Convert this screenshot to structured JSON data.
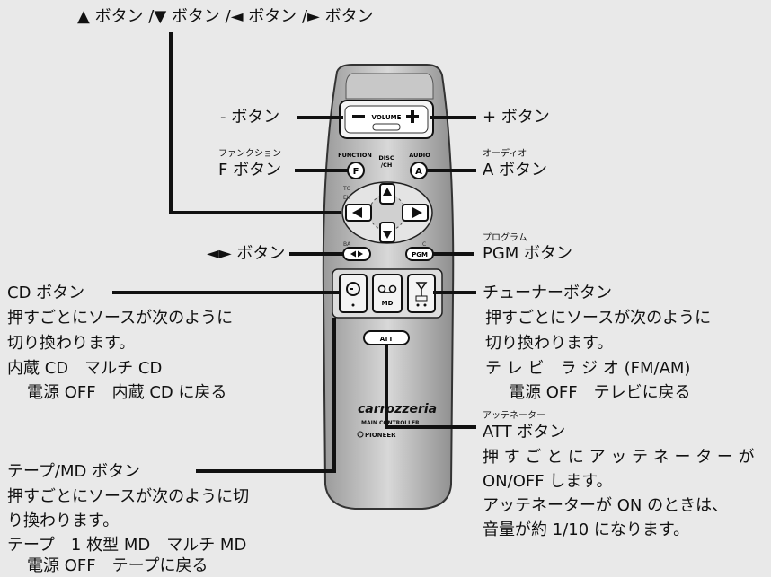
{
  "top_caption": "▲ ボタン /▼ ボタン /◄ ボタン /► ボタン",
  "remote": {
    "volume_label": "VOLUME",
    "function_label": "FUNCTION",
    "disc_label": "DISC",
    "ch_label": "/CH",
    "audio_label": "AUDIO",
    "f_key": "F",
    "a_key": "A",
    "pgm_key": "PGM",
    "att_key": "ATT",
    "md_key": "MD",
    "brand": "carrozzeria",
    "model": "MAIN CONTROLLER",
    "maker": "PIONEER"
  },
  "labels": {
    "minus": "- ボタン",
    "plus": "+ ボタン",
    "f_ruby": "ファンクション",
    "f_button": "F ボタン",
    "a_ruby": "オーディオ",
    "a_button": "A ボタン",
    "lr_button": "◄► ボタン",
    "pgm_ruby": "プログラム",
    "pgm_button": "PGM ボタン",
    "cd": {
      "title": "CD ボタン",
      "line1": "押すごとにソースが次のように",
      "line2": "切り換わります。",
      "line3": "内蔵 CD　マルチ CD",
      "line4": "電源 OFF　内蔵 CD に戻る"
    },
    "tuner": {
      "title": "チューナーボタン",
      "line1": "押すごとにソースが次のように",
      "line2": "切り換わります。",
      "line3": "テ レ ビ　ラ ジ オ (FM/AM)",
      "line4": "電源 OFF　テレビに戻る"
    },
    "att": {
      "ruby": "アッテネーター",
      "title": "ATT ボタン",
      "line1": "押 す ご と に ア ッ テ ネ ー タ ー が",
      "line2": "ON/OFF します。",
      "line3": "アッテネーターが ON のときは、",
      "line4": "音量が約 1/10 になります。"
    },
    "tape": {
      "title": "テープ/MD ボタン",
      "line1": "押すごとにソースが次のように切",
      "line2": "り換わります。",
      "line3": "テープ　1 枚型 MD　マルチ MD",
      "line4": "電源 OFF　テープに戻る"
    }
  }
}
